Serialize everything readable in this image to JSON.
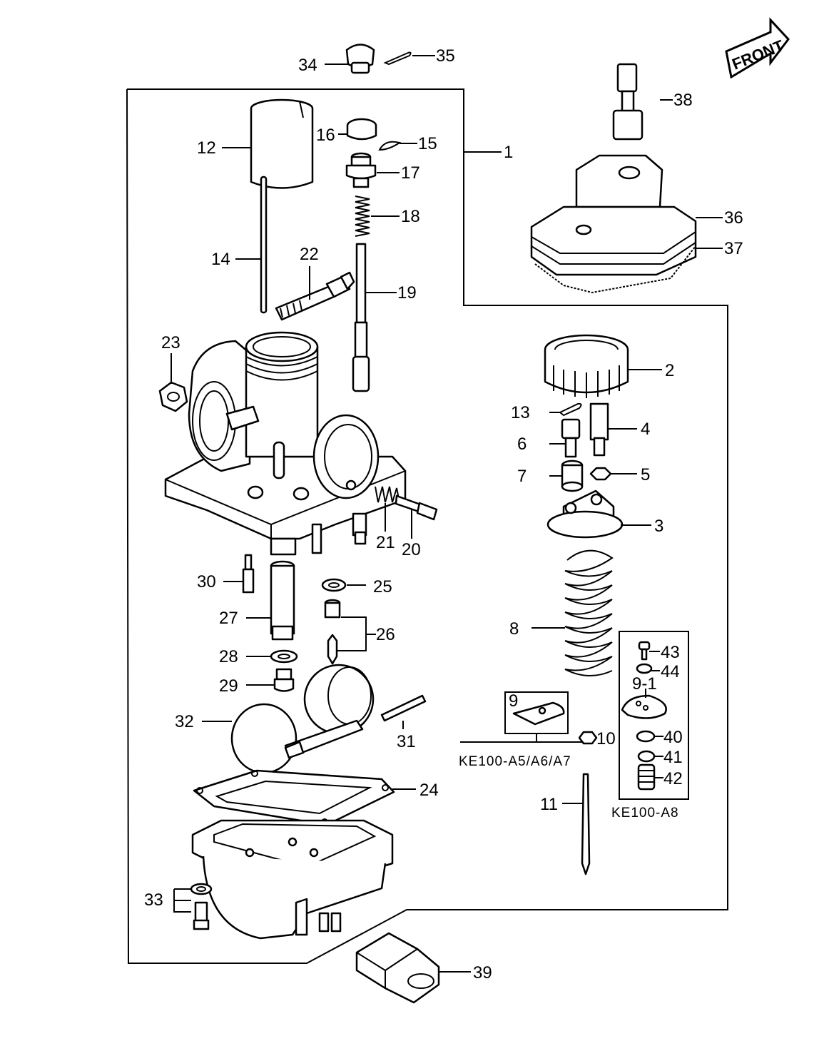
{
  "front_tag": "FRONT",
  "callouts": {
    "c1": "1",
    "c2": "2",
    "c3": "3",
    "c4": "4",
    "c5": "5",
    "c6": "6",
    "c7": "7",
    "c8": "8",
    "c9": "9",
    "c9_1": "9-1",
    "c10": "10",
    "c11": "11",
    "c12": "12",
    "c13": "13",
    "c14": "14",
    "c15": "15",
    "c16": "16",
    "c17": "17",
    "c18": "18",
    "c19": "19",
    "c20": "20",
    "c21": "21",
    "c22": "22",
    "c23": "23",
    "c24": "24",
    "c25": "25",
    "c26": "26",
    "c27": "27",
    "c28": "28",
    "c29": "29",
    "c30": "30",
    "c31": "31",
    "c32": "32",
    "c33": "33",
    "c34": "34",
    "c35": "35",
    "c36": "36",
    "c37": "37",
    "c38": "38",
    "c39": "39",
    "c40": "40",
    "c41": "41",
    "c42": "42",
    "c43": "43",
    "c44": "44"
  },
  "variant_labels": {
    "a5_a6_a7": "KE100-A5/A6/A7",
    "a8": "KE100-A8"
  },
  "colors": {
    "ink": "#000000",
    "paper": "#ffffff"
  }
}
